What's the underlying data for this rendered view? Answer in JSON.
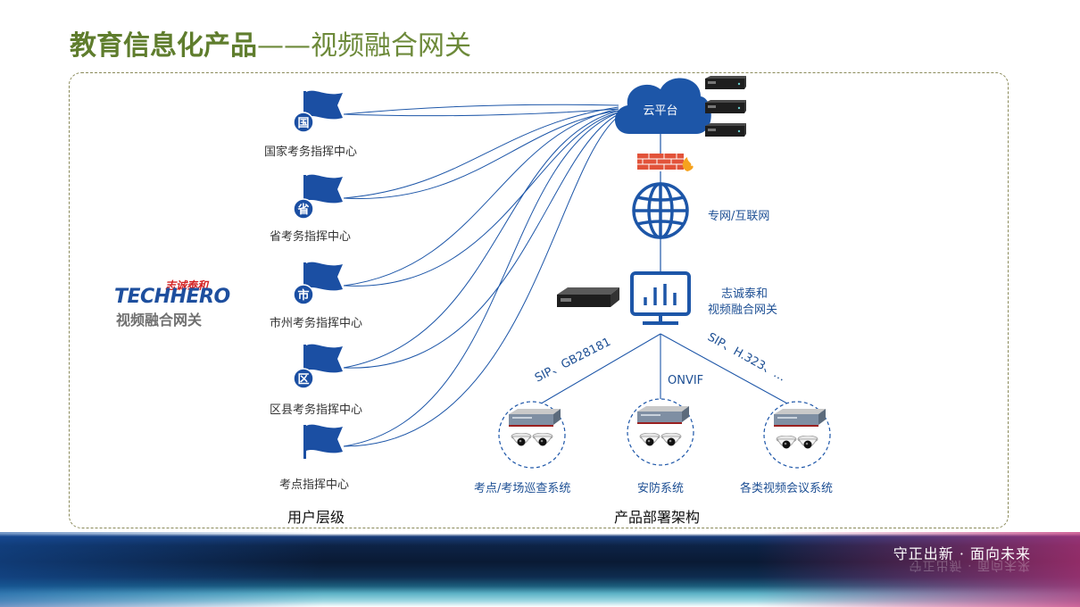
{
  "title": {
    "bold": "教育信息化产品",
    "light": "——视频融合网关"
  },
  "brand": {
    "cn": "志诚泰和",
    "en": "TECHHERO",
    "sub": "视频融合网关"
  },
  "levels": [
    {
      "badge": "国",
      "label": "国家考务指挥中心"
    },
    {
      "badge": "省",
      "label": "省考务指挥中心"
    },
    {
      "badge": "市",
      "label": "市州考务指挥中心"
    },
    {
      "badge": "区",
      "label": "区县考务指挥中心"
    },
    {
      "badge": "",
      "label": "考点指挥中心"
    }
  ],
  "topology": {
    "cloud": "云平台",
    "network": "专网/互联网",
    "gateway": "志诚泰和\n视频融合网关",
    "gateway_line1": "志诚泰和",
    "gateway_line2": "视频融合网关",
    "protocol_left": "SIP、GB28181",
    "protocol_mid": "ONVIF",
    "protocol_right": "SIP、H.323、…",
    "subsystems": [
      "考点/考场巡查系统",
      "安防系统",
      "各类视频会议系统"
    ]
  },
  "sections": {
    "left": "用户层级",
    "right": "产品部署架构"
  },
  "footer": {
    "slogan": "守正出新 · 面向未来"
  },
  "colors": {
    "accent_blue": "#1d56a8",
    "title_green": "#5f7d2d",
    "firewall_red": "#e2533a"
  }
}
